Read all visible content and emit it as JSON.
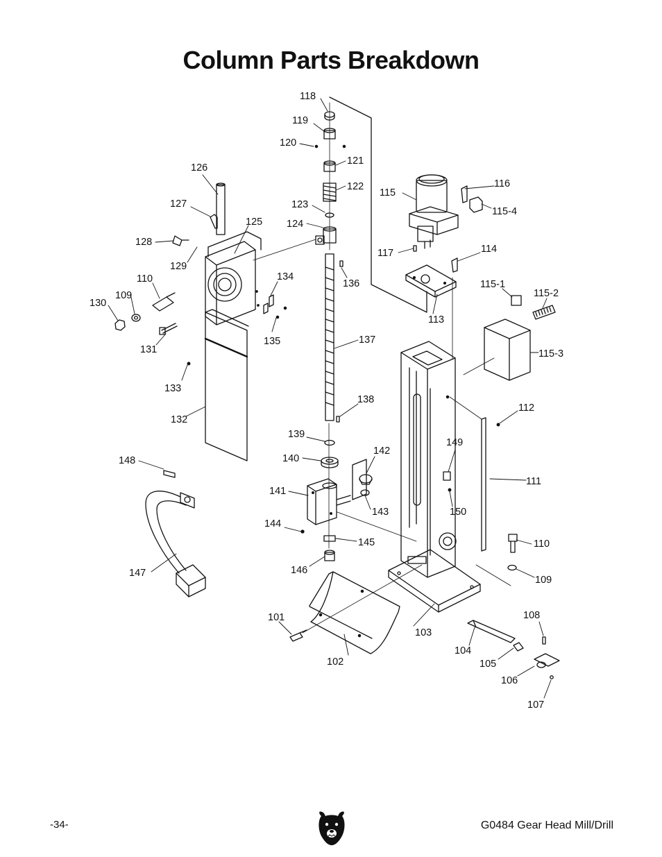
{
  "title": "Column Parts Breakdown",
  "footer": {
    "page_number": "-34-",
    "manual_title": "G0484 Gear Head Mill/Drill",
    "logo_icon": "bear-logo-icon"
  },
  "callouts": {
    "p101": "101",
    "p102": "102",
    "p103": "103",
    "p104": "104",
    "p105": "105",
    "p106": "106",
    "p107": "107",
    "p108": "108",
    "p109a": "109",
    "p109b": "109",
    "p110a": "110",
    "p110b": "110",
    "p111": "111",
    "p112": "112",
    "p113": "113",
    "p114": "114",
    "p115": "115",
    "p115_1": "115-1",
    "p115_2": "115-2",
    "p115_3": "115-3",
    "p115_4": "115-4",
    "p116": "116",
    "p117": "117",
    "p118": "118",
    "p119": "119",
    "p120": "120",
    "p121": "121",
    "p122": "122",
    "p123": "123",
    "p124": "124",
    "p125": "125",
    "p126": "126",
    "p127": "127",
    "p128": "128",
    "p129": "129",
    "p130": "130",
    "p131": "131",
    "p132": "132",
    "p133": "133",
    "p134": "134",
    "p135": "135",
    "p136": "136",
    "p137": "137",
    "p138": "138",
    "p139": "139",
    "p140": "140",
    "p141": "141",
    "p142": "142",
    "p143": "143",
    "p144": "144",
    "p145": "145",
    "p146": "146",
    "p147": "147",
    "p148": "148",
    "p149": "149",
    "p150": "150"
  }
}
